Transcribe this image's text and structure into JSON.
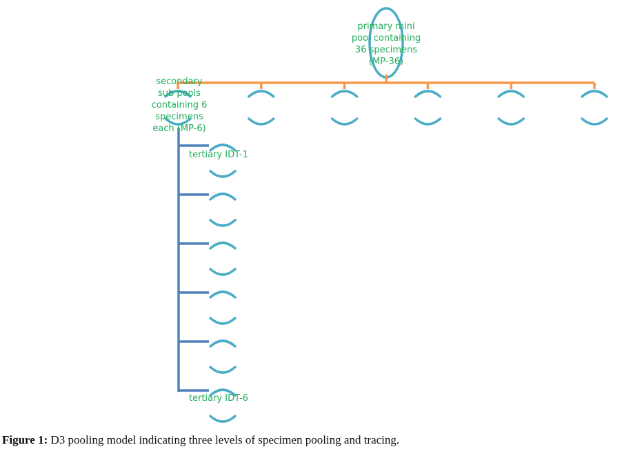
{
  "diagram": {
    "type": "tree",
    "colors": {
      "level1_connector": "#f79646",
      "level2_connector": "#4f81bd",
      "node_outline": "#4bacc6",
      "label_text": "#1fae5a"
    },
    "primary": {
      "label": "primary mini pool containing 36 specimens (MP-36)",
      "lines": [
        "primary mini",
        "pool containing",
        "36 specimens",
        "(MP-36)"
      ]
    },
    "secondary": {
      "count": 6,
      "label_lines": [
        "secondary",
        "sub pools",
        "containing  6",
        "specimens",
        "each (MP-6)"
      ]
    },
    "tertiary": {
      "count": 6,
      "first_label": "tertiary IDT-1",
      "last_label": "tertiary IDT-6"
    }
  },
  "caption": {
    "prefix": "Figure 1:",
    "text": " D3 pooling model indicating three levels of specimen pooling and tracing."
  }
}
